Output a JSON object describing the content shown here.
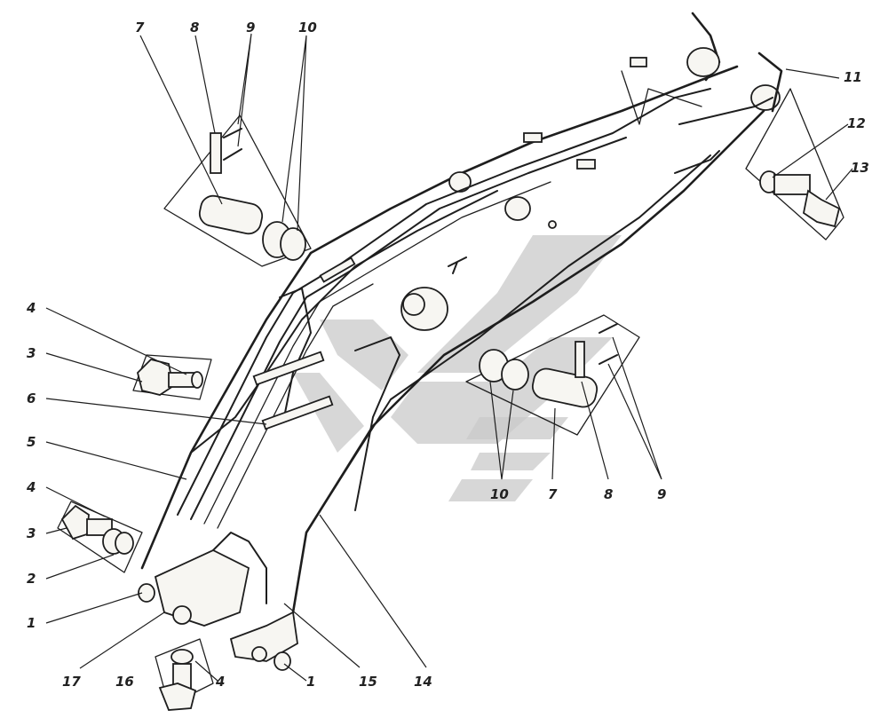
{
  "callouts": {
    "c7a": "7",
    "c8a": "8",
    "c9a": "9",
    "c10a": "10",
    "c11": "11",
    "c12": "12",
    "c13": "13",
    "c4a": "4",
    "c3a": "3",
    "c6": "6",
    "c5": "5",
    "c4b": "4",
    "c3b": "3",
    "c2": "2",
    "c1a": "1",
    "c17": "17",
    "c16": "16",
    "c4c": "4",
    "c1b": "1",
    "c15": "15",
    "c14": "14",
    "c10b": "10",
    "c7b": "7",
    "c8b": "8",
    "c9b": "9"
  }
}
